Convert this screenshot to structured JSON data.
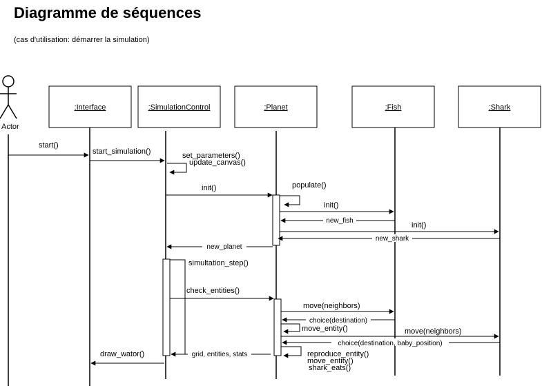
{
  "diagram": {
    "title": "Diagramme de séquences",
    "subtitle": "(cas d'utilisation: démarrer la simulation)",
    "actor": "Actor",
    "participants": [
      ":Interface",
      ":SimulationControl",
      ":Planet",
      ":Fish",
      ":Shark"
    ],
    "messages": {
      "start": "start()",
      "start_simulation": "start_simulation()",
      "set_parameters": "set_parameters()",
      "update_canvas": "update_canvas()",
      "init_planet": "init()",
      "populate": "populate()",
      "init_fish": "init()",
      "new_fish": "new_fish",
      "init_shark": "init()",
      "new_shark": "new_shark",
      "new_planet": "new_planet",
      "simulation_step": "simultation_step()",
      "check_entities": "check_entities()",
      "move_fish": "move(neighbors)",
      "choice_fish": "choice(destination)",
      "move_entity_1": "move_entity()",
      "move_shark": "move(neighbors)",
      "choice_shark": "choice(destination, baby_position)",
      "grid_stats": "grid, entities, stats",
      "reproduce_entity": "reproduce_entity()",
      "move_entity_2": "move_entity()",
      "shark_eats": "shark_eats()",
      "draw_wator": "draw_wator()"
    }
  }
}
